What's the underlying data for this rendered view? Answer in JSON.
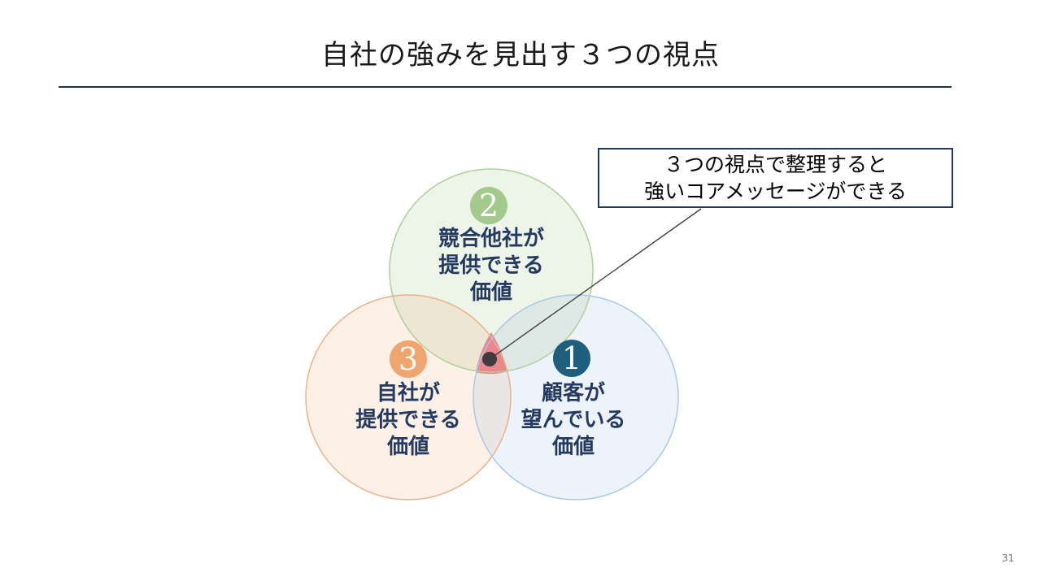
{
  "slide": {
    "title": "自社の強みを見出す３つの視点",
    "page_number": "31",
    "title_rule_color": "#1f3044"
  },
  "callout": {
    "line1": "３つの視点で整理すると",
    "line2": "強いコアメッセージができる",
    "border_color": "#1f3864"
  },
  "venn": {
    "label_color": "#253a60",
    "core_overlap_color": "#ea868e",
    "center_marker_color": "#3d3d3d",
    "connector_color": "#404040",
    "circles": {
      "customer": {
        "number": "1",
        "badge_color": "#1d5f7d",
        "fill": "rgba(142,180,227,0.16)",
        "stroke": "#aac8e6",
        "line1": "顧客が",
        "line2": "望んでいる",
        "line3": "価値"
      },
      "competitor": {
        "number": "2",
        "badge_color": "#a3c98c",
        "fill": "rgba(146,186,110,0.16)",
        "stroke": "#aecf9a",
        "line1": "競合他社が",
        "line2": "提供できる",
        "line3": "価値"
      },
      "company": {
        "number": "3",
        "badge_color": "#f0a56e",
        "fill": "rgba(237,156,94,0.15)",
        "stroke": "#eab28a",
        "line1": "自社が",
        "line2": "提供できる",
        "line3": "価値"
      }
    }
  }
}
